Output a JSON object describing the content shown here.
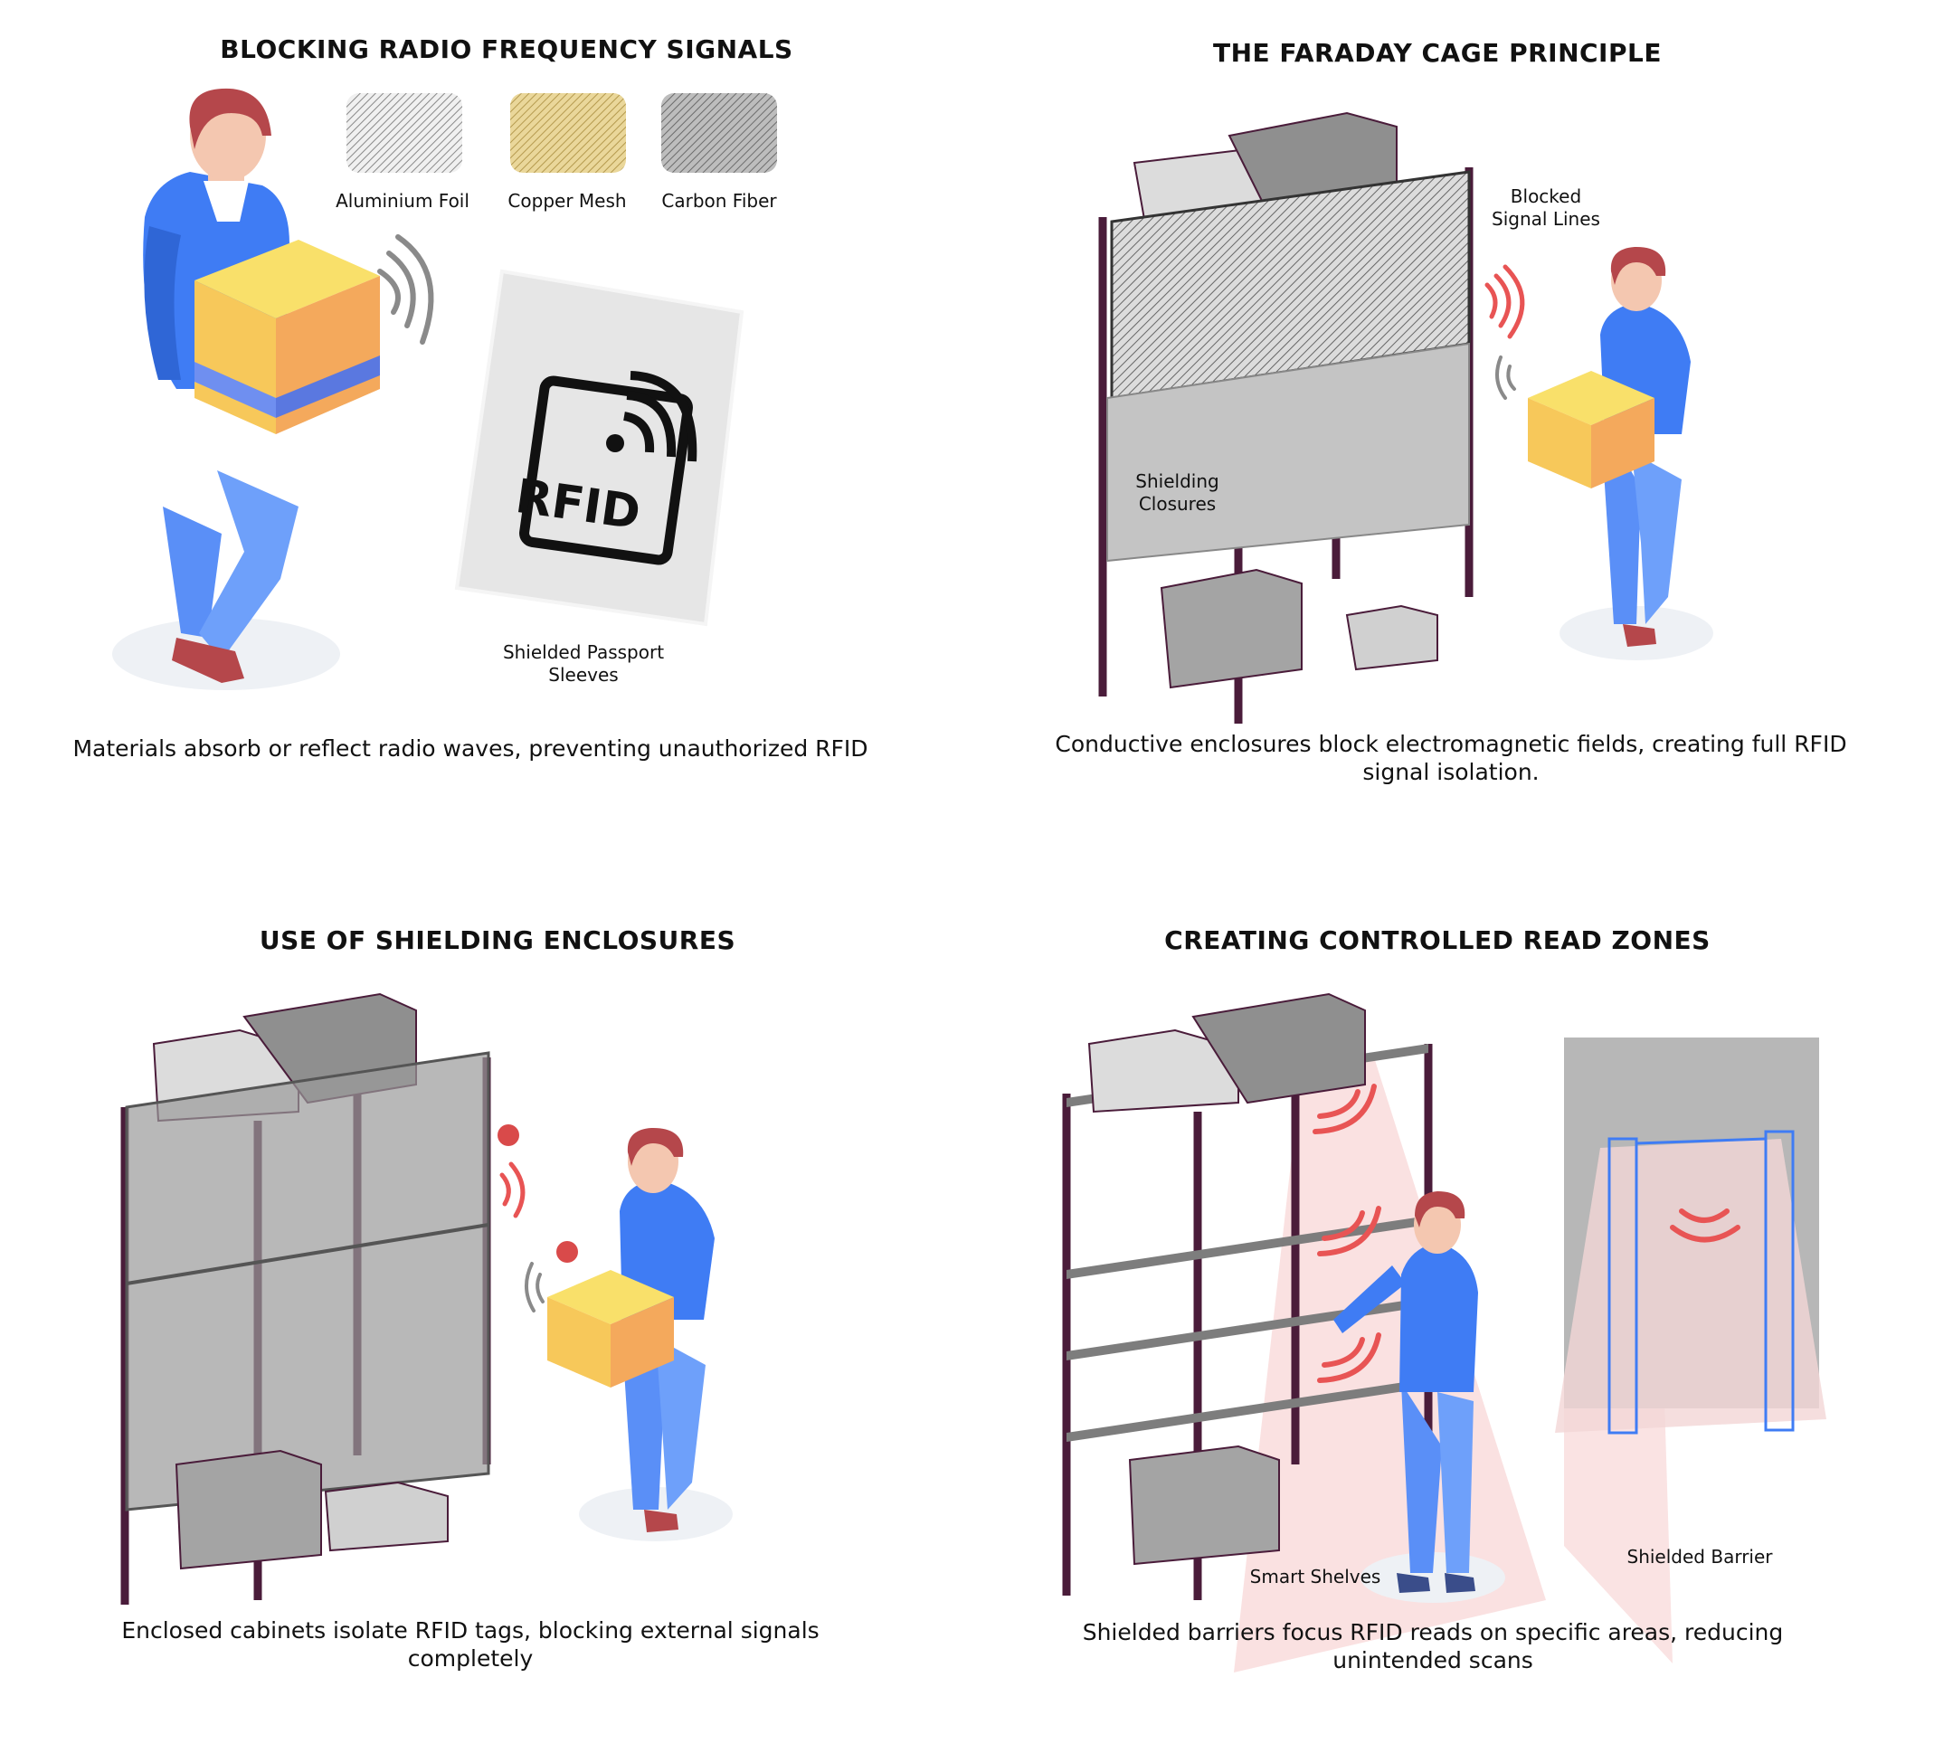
{
  "panels": [
    {
      "title": "BLOCKING RADIO FREQUENCY SIGNALS",
      "caption": "Materials absorb or reflect radio waves, preventing unauthorized RFID",
      "materials": [
        "Aluminium Foil",
        "Copper Mesh",
        "Carbon Fiber"
      ],
      "sleeve_label": "Shielded Passport Sleeves",
      "card_text": "RFID"
    },
    {
      "title": "THE FARADAY CAGE PRINCIPLE",
      "caption": "Conductive enclosures block electromagnetic fields, creating full RFID signal isolation.",
      "label_blocked": "Blocked Signal Lines",
      "label_closures": "Shielding Closures"
    },
    {
      "title": "USE OF SHIELDING ENCLOSURES",
      "caption": "Enclosed cabinets isolate RFID tags, blocking external signals completely"
    },
    {
      "title": "CREATING CONTROLLED READ ZONES",
      "caption": "Shielded barriers focus RFID reads on specific areas, reducing unintended scans",
      "label_shelves": "Smart Shelves",
      "label_barrier": "Shielded Barrier"
    }
  ],
  "colors": {
    "worker_blue": "#3f7cf4",
    "box_yellow": "#f7c85a",
    "signal_red": "#e85454",
    "shelf_frame": "#4a1c3a",
    "copper": "#d4b56a"
  }
}
